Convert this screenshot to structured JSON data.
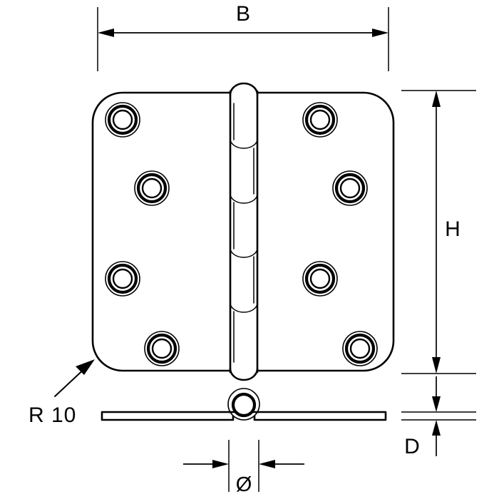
{
  "drawing": {
    "title": "Butt hinge technical drawing",
    "subject": "door-hinge",
    "view_front": "front-elevation",
    "view_side": "side-elevation",
    "line_color": "#000000",
    "background_color": "#ffffff"
  },
  "dimensions": {
    "width": {
      "label": "B",
      "name": "overall-width",
      "orientation": "horizontal",
      "position": "top"
    },
    "height": {
      "label": "H",
      "name": "overall-height",
      "orientation": "vertical",
      "position": "right"
    },
    "depth": {
      "label": "D",
      "name": "material-thickness",
      "orientation": "vertical",
      "position": "right-lower"
    },
    "diameter": {
      "label": "Ø",
      "name": "knuckle-diameter",
      "orientation": "horizontal",
      "position": "bottom"
    },
    "radius": {
      "label": "R 10",
      "name": "corner-radius",
      "value": 10,
      "symbol": "R",
      "position": "lower-left"
    }
  },
  "hinge": {
    "leaves": [
      {
        "name": "left-leaf",
        "hole_count": 4
      },
      {
        "name": "right-leaf",
        "hole_count": 4
      }
    ],
    "knuckle": {
      "name": "knuckle-barrel",
      "segment_count": 5
    },
    "holes_total": 8,
    "hole_style": "countersunk"
  }
}
